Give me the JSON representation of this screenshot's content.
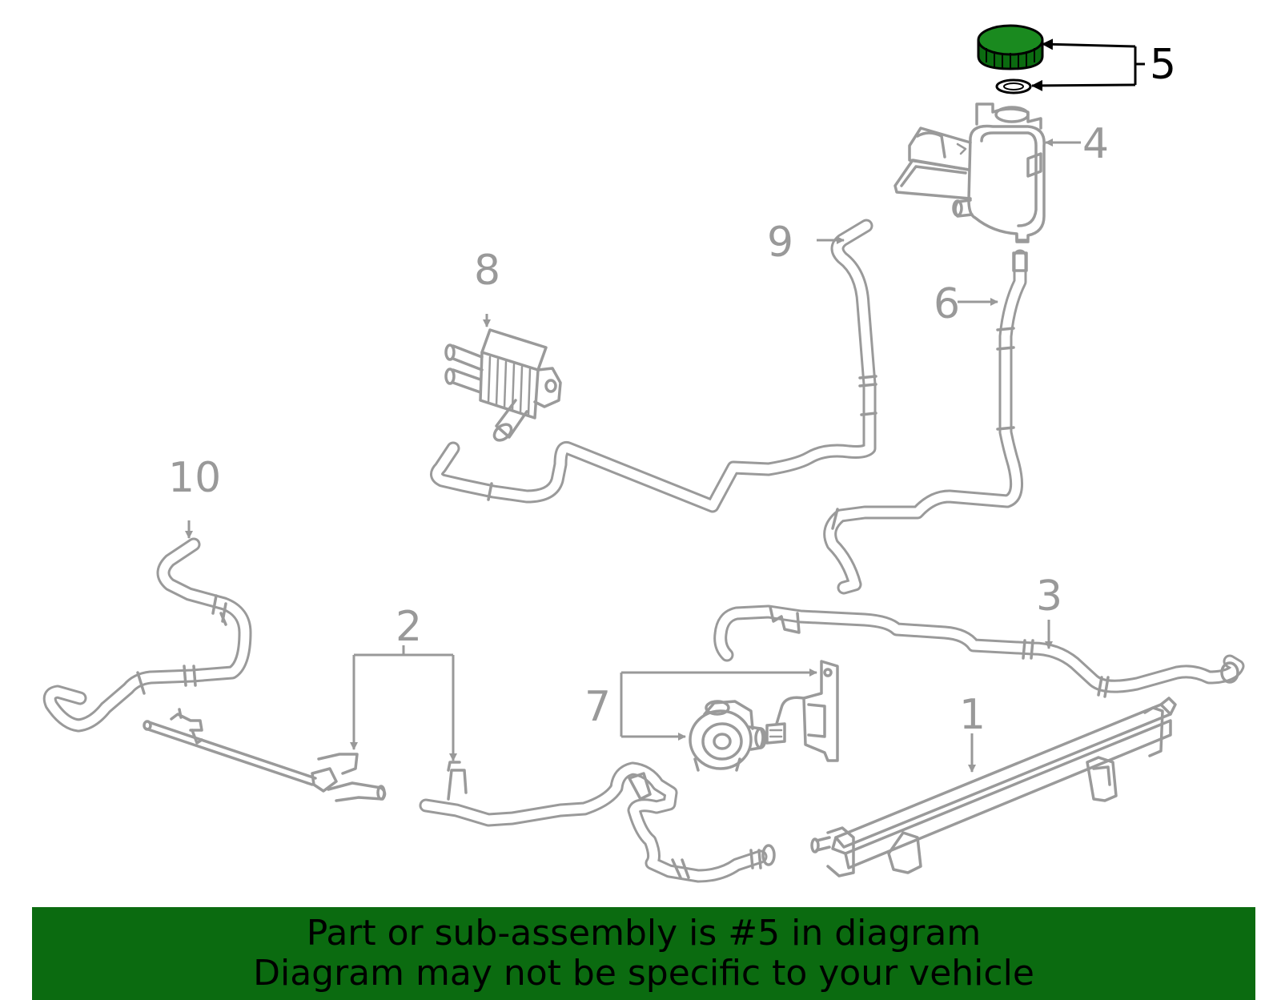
{
  "callouts": {
    "c1": "1",
    "c2": "2",
    "c3": "3",
    "c4": "4",
    "c5": "5",
    "c6": "6",
    "c7": "7",
    "c8": "8",
    "c9": "9",
    "c10": "10"
  },
  "banner": {
    "line1": "Part or sub-assembly is #5 in diagram",
    "line2": "Diagram may not be specific to your vehicle"
  },
  "colors": {
    "highlight_part": "#0b6b10",
    "banner_background": "#0b6b10",
    "line_art": "#9a9a9a",
    "highlight_text": "#000000"
  }
}
